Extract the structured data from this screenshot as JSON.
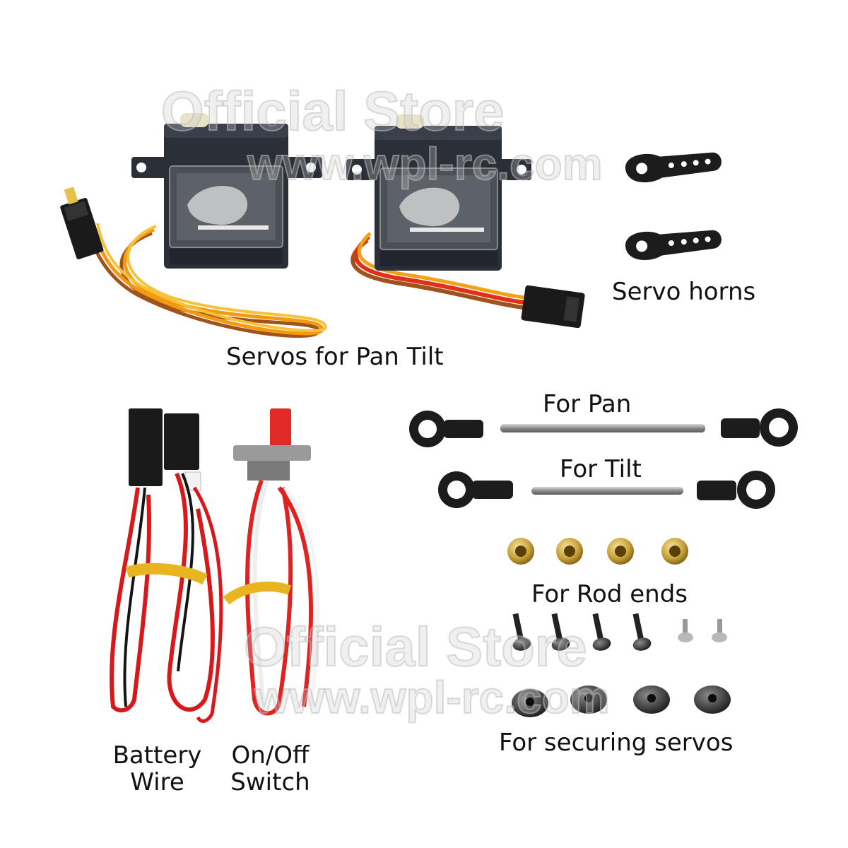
{
  "labels": {
    "servos": "Servos for Pan Tilt",
    "horns": "Servo horns",
    "for_pan": "For Pan",
    "for_tilt": "For Tilt",
    "rod_ends": "For Rod ends",
    "securing": "For securing servos",
    "battery_line1": "Battery",
    "battery_line2": "Wire",
    "switch_line1": "On/Off",
    "switch_line2": "Switch"
  },
  "watermark": {
    "store": "Official Store",
    "url": "www.wpl-rc.com"
  },
  "colors": {
    "wire_red": "#d8191c",
    "wire_black": "#141414",
    "wire_orange": "#f39a12",
    "wire_brown": "#a0521c",
    "servo_body": "#2b2f38",
    "brass": "#c9a43a",
    "switch_red": "#e12a25"
  }
}
